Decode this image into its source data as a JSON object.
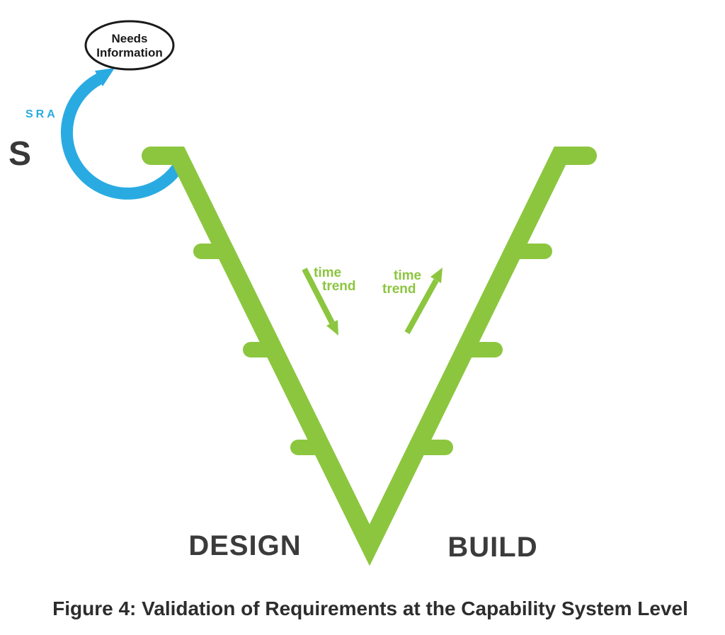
{
  "bubble": {
    "line1": "Needs",
    "line2": "Information"
  },
  "sra_label": "SRA",
  "s_label": "S",
  "trend_left": {
    "line1": "time",
    "line2": "trend",
    "direction": "down"
  },
  "trend_right": {
    "line1": "time",
    "line2": "trend",
    "direction": "up"
  },
  "phases": {
    "design": "DESIGN",
    "build": "BUILD"
  },
  "caption": "Figure 4: Validation of Requirements at the Capability System Level",
  "colors": {
    "green": "#8CC63F",
    "blue": "#29ABE2",
    "phase_text": "#3B3B3B",
    "caption_text": "#2D2D2D",
    "bubble_outline": "#1A1A1A"
  }
}
